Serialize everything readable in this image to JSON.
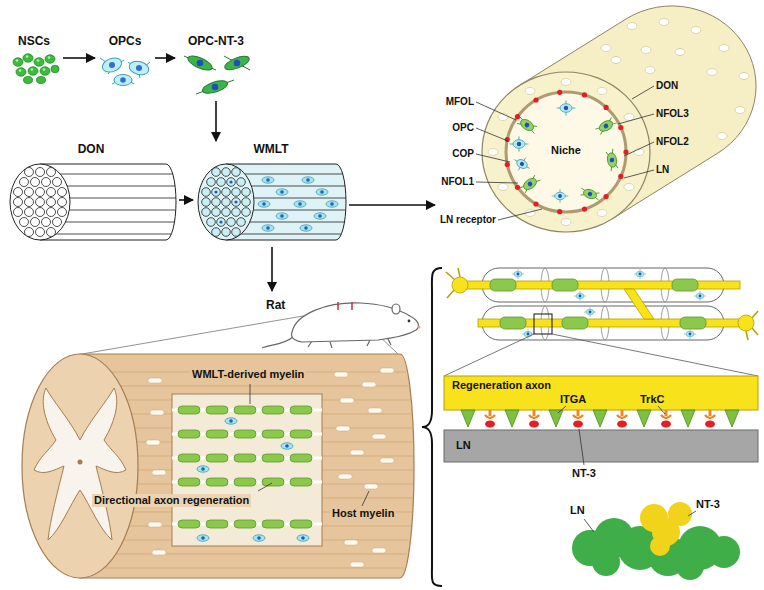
{
  "diagram": {
    "nodes": [
      {
        "text": [
          "NSCs"
        ]
      },
      {
        "text": [
          "OPCs"
        ]
      },
      {
        "text": [
          "OPC-NT-3"
        ]
      },
      {
        "text": [
          "DON"
        ]
      },
      {
        "text": [
          "WMLT"
        ]
      },
      {
        "text": [
          "Niche"
        ]
      },
      {
        "text": [
          "Rat"
        ]
      }
    ],
    "edges": [
      {
        "from": 0,
        "to": 1,
        "arrow": "to"
      },
      {
        "from": 1,
        "to": 2,
        "arrow": "to"
      },
      {
        "from": 2,
        "to": 4,
        "arrow": "to"
      },
      {
        "from": 3,
        "to": 4,
        "arrow": "to"
      },
      {
        "from": 4,
        "to": 5,
        "arrow": "to"
      },
      {
        "from": 4,
        "to": 6,
        "arrow": "to"
      }
    ],
    "labels": [
      "MFOL",
      "OPC",
      "COP",
      "NFOL1",
      "LN receptor",
      "DON",
      "NFOL3",
      "NFOL2",
      "LN",
      "WMLT-derived myelin",
      "Directional axon regeneration",
      "Host myelin",
      "Regeneration axon",
      "ITGA",
      "TrkC",
      "LN",
      "NT-3",
      "LN",
      "NT-3"
    ]
  }
}
